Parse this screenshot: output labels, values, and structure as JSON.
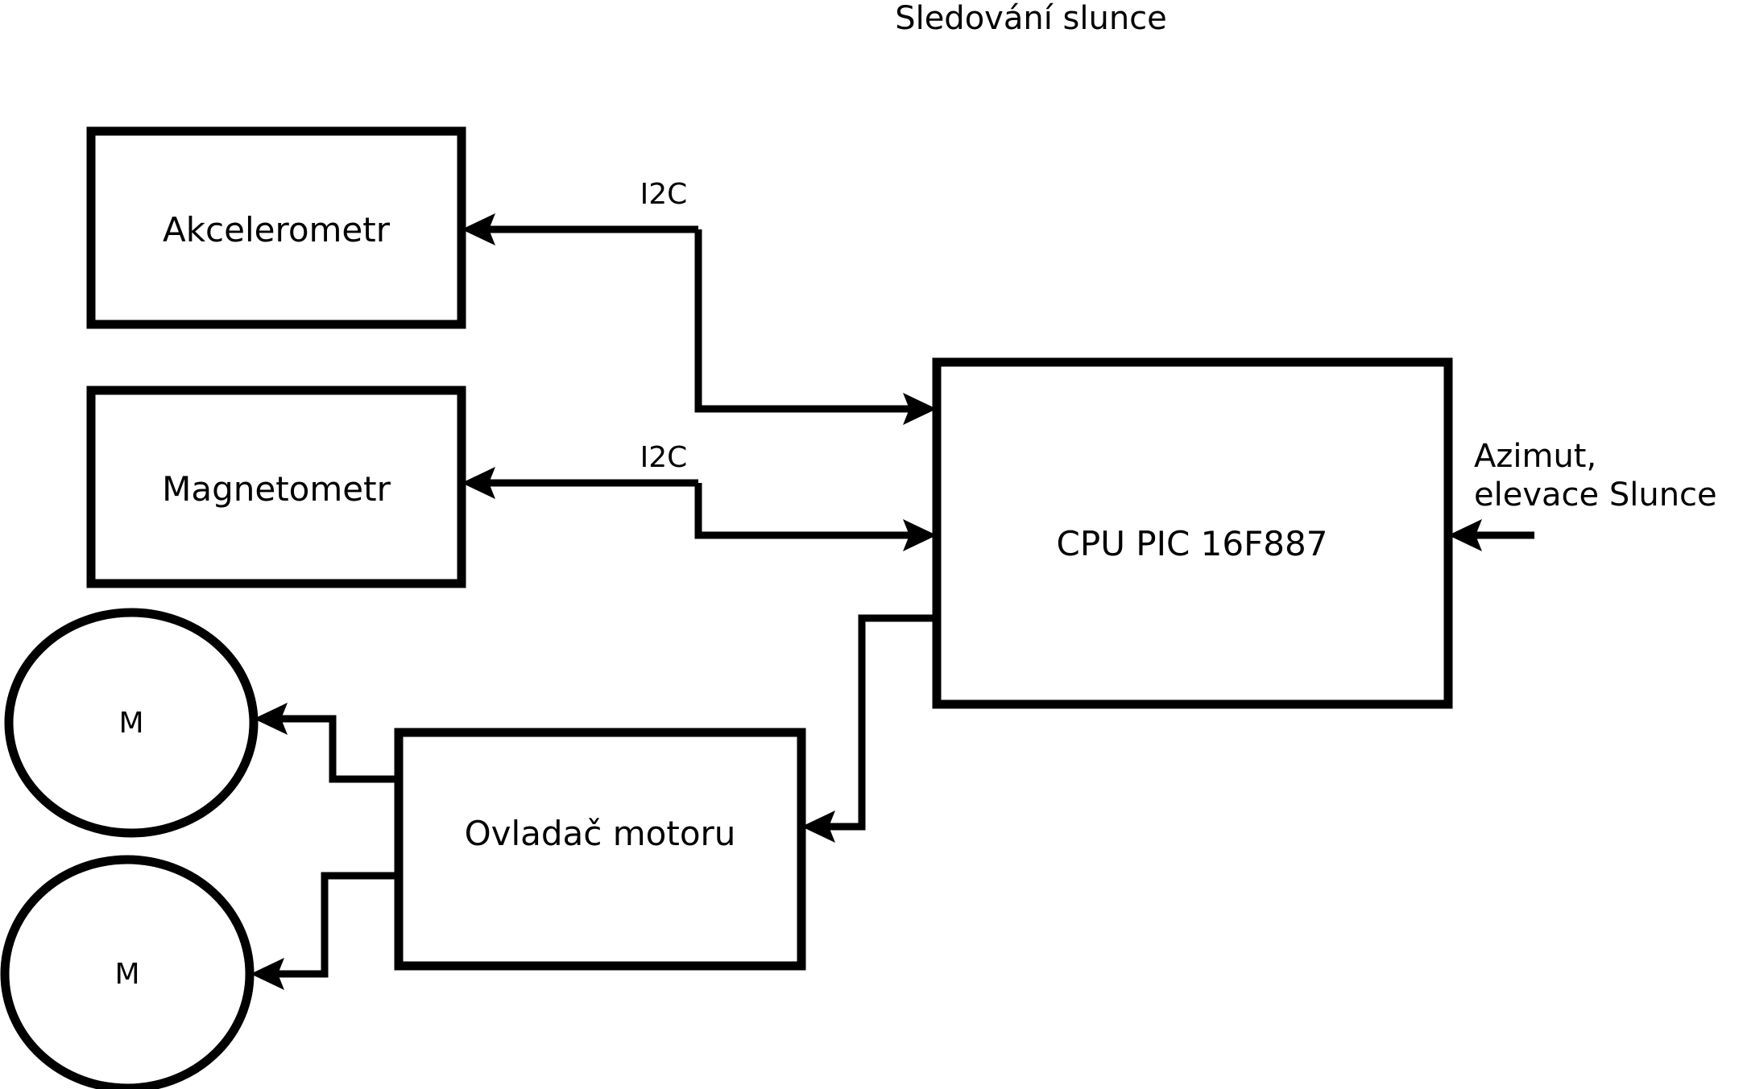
{
  "diagram": {
    "title": "Sledování slunce",
    "boxes": [
      {
        "id": "accelerometer",
        "label": "Akcelerometr"
      },
      {
        "id": "magnetometer",
        "label": "Magnetometr"
      },
      {
        "id": "cpu",
        "label": "CPU PIC 16F887"
      },
      {
        "id": "motor_driver",
        "label": "Ovladač motoru"
      }
    ],
    "nodes": [
      {
        "id": "motor_top",
        "label": "M"
      },
      {
        "id": "motor_bottom",
        "label": "M"
      }
    ],
    "edge_labels": [
      {
        "id": "i2c_accelerometer",
        "label": "I2C"
      },
      {
        "id": "i2c_magnetometer",
        "label": "I2C"
      }
    ],
    "annotations": [
      {
        "id": "sun_input_line1",
        "label": "Azimut,"
      },
      {
        "id": "sun_input_line2",
        "label": "elevace Slunce"
      }
    ],
    "colors": {
      "stroke": "#000000",
      "fill": "#ffffff",
      "background": "#ffffff"
    }
  }
}
